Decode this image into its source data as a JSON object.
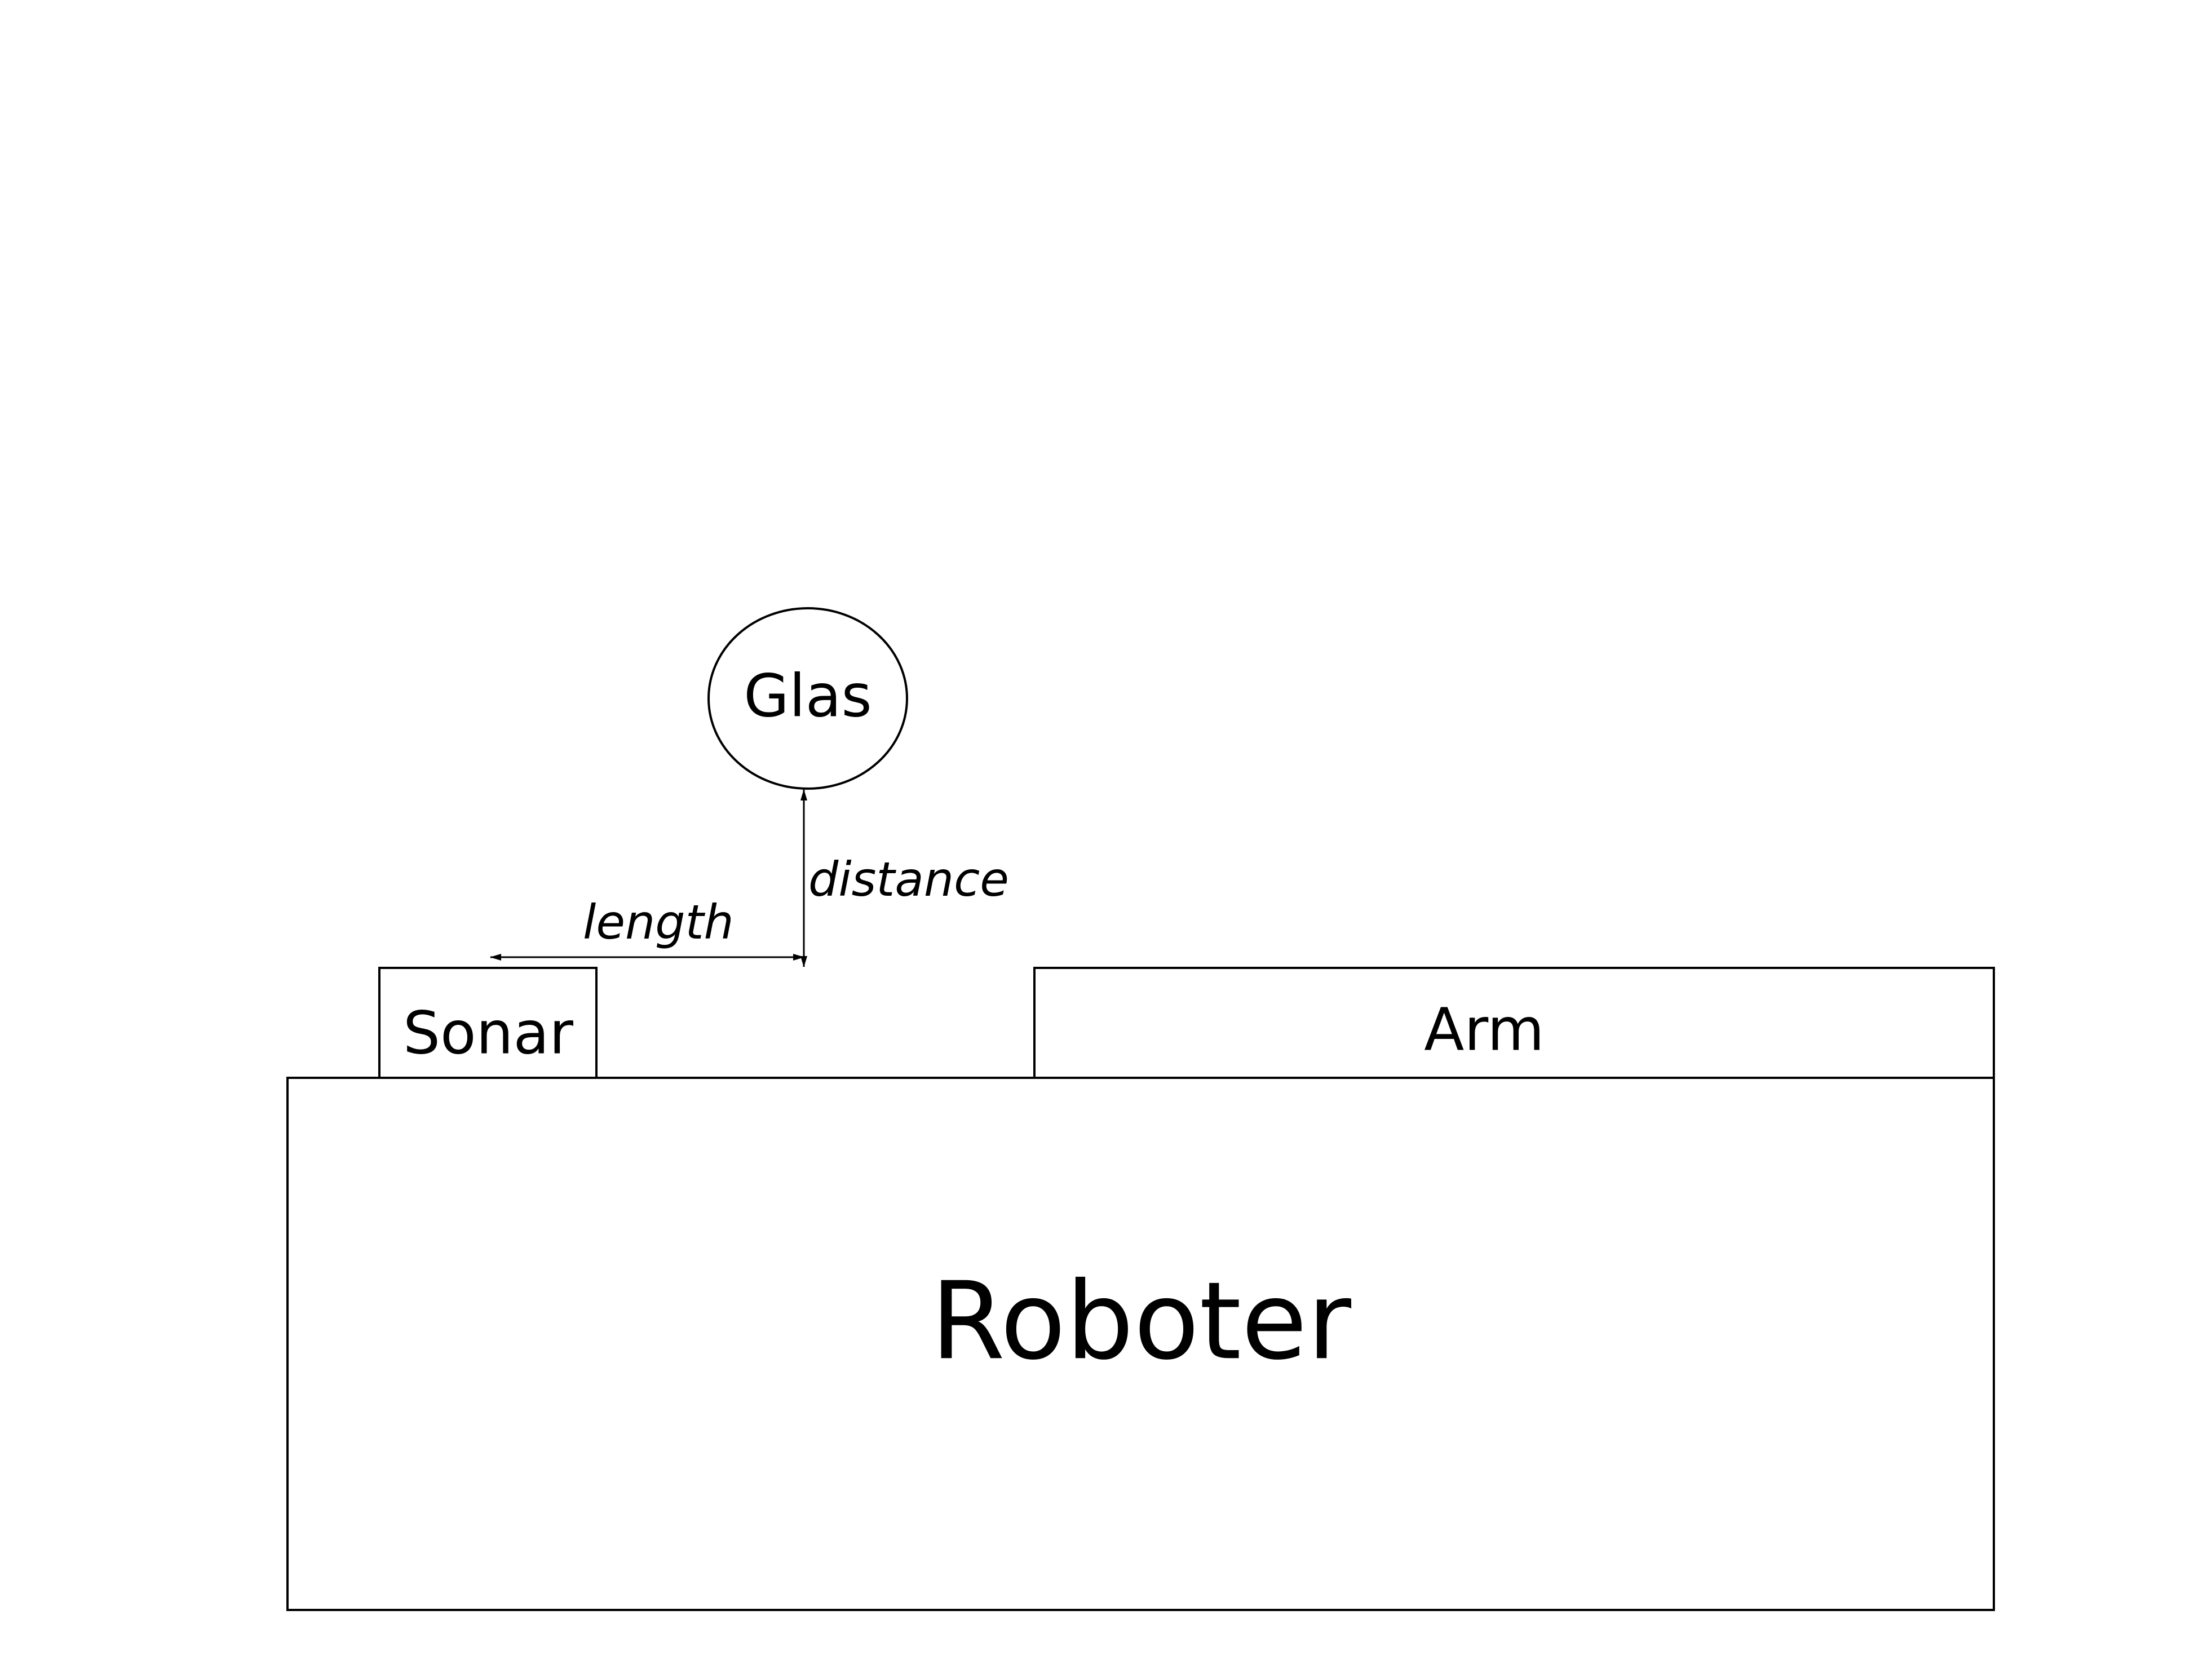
{
  "diagram": {
    "nodes": {
      "robot": {
        "label": "Roboter"
      },
      "sonar": {
        "label": "Sonar"
      },
      "arm": {
        "label": "Arm"
      },
      "glass": {
        "label": "Glas"
      }
    },
    "dimensions": {
      "length": {
        "label": "length"
      },
      "distance": {
        "label": "distance"
      }
    },
    "colors": {
      "stroke": "#000000",
      "fill": "#ffffff",
      "text": "#000000"
    }
  }
}
